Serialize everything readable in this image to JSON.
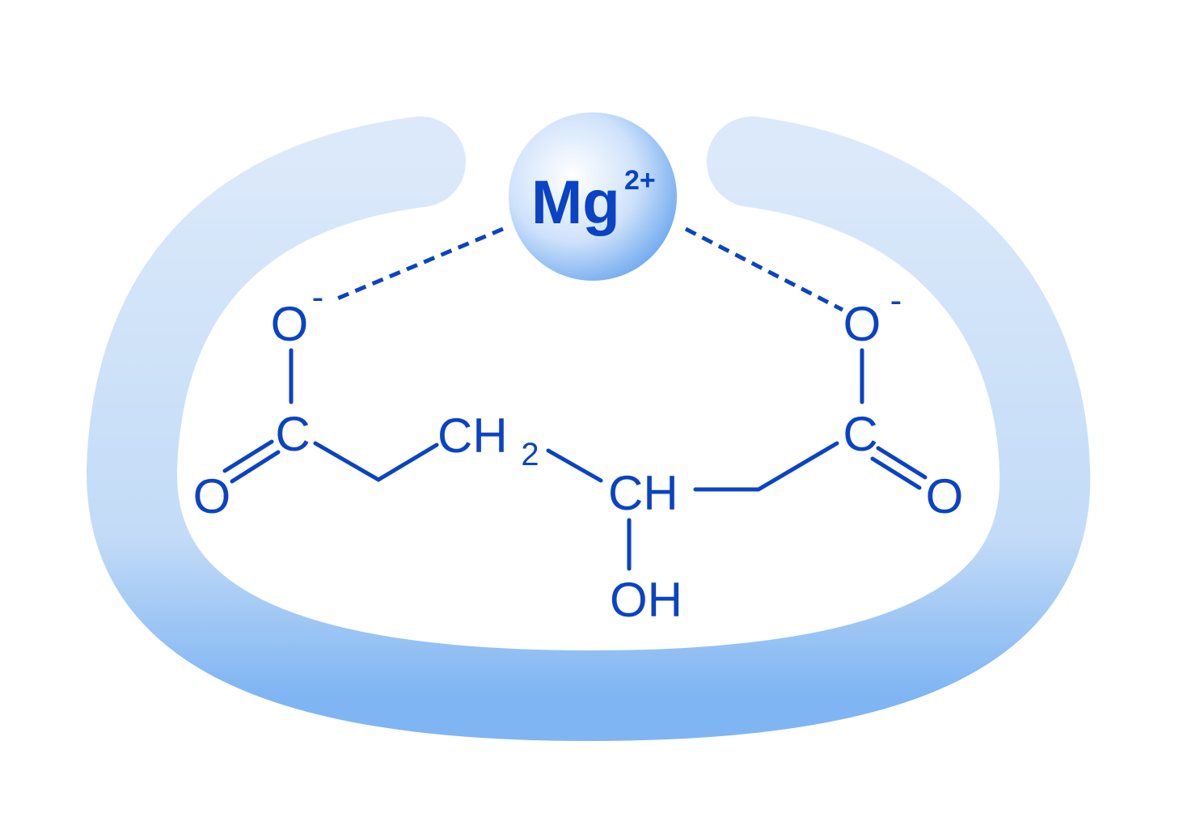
{
  "colors": {
    "ink": "#0a43c4",
    "band_light": "#dbe9fa",
    "band_mid": "#c3dbf7",
    "band_dark": "#7fb5f2",
    "ion_center": "#ffffff",
    "ion_edge": "#6aa6ee",
    "background": "#ffffff"
  },
  "ion": {
    "symbol": "Mg",
    "charge": "2+"
  },
  "atoms": {
    "o_minus_left": "O",
    "o_minus_right": "O",
    "minus_left": "-",
    "minus_right": "-",
    "c_left": "C",
    "c_right": "C",
    "o_double_left": "O",
    "o_double_right": "O",
    "ch2_main": "CH",
    "ch2_sub": "2",
    "ch": "CH",
    "oh": "OH"
  }
}
